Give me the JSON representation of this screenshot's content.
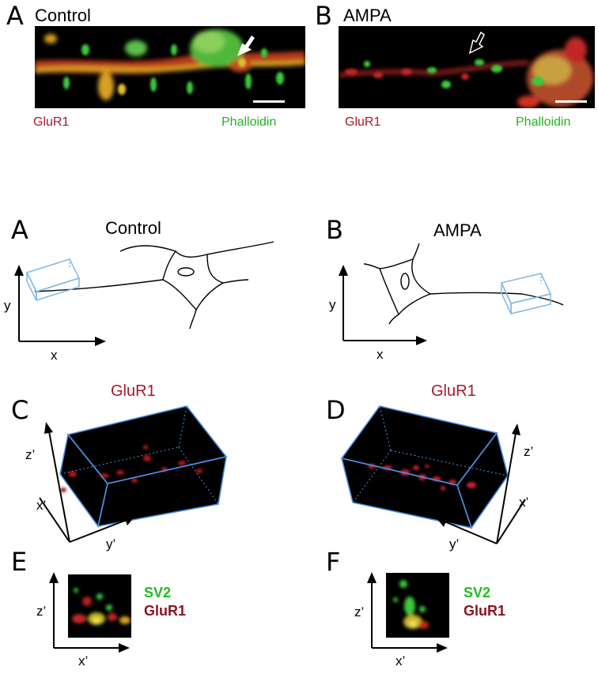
{
  "panel_top_A": {
    "letter": "A",
    "title": "Control",
    "label_left": "GluR1",
    "label_right": "Phalloidin"
  },
  "panel_top_B": {
    "letter": "B",
    "title": "AMPA",
    "label_left": "GluR1",
    "label_right": "Phalloidin"
  },
  "panel_A": {
    "letter": "A",
    "title": "Control",
    "axis_x": "x",
    "axis_y": "y"
  },
  "panel_B": {
    "letter": "B",
    "title": "AMPA",
    "axis_x": "x",
    "axis_y": "y"
  },
  "panel_C": {
    "letter": "C",
    "title": "GluR1",
    "axis_z": "z’",
    "axis_x": "x’",
    "axis_y": "y’"
  },
  "panel_D": {
    "letter": "D",
    "title": "GluR1",
    "axis_z": "z’",
    "axis_x": "x’",
    "axis_y": "y’"
  },
  "panel_E": {
    "letter": "E",
    "label1": "SV2",
    "label2": "GluR1",
    "axis_z": "z’",
    "axis_x": "x’"
  },
  "panel_F": {
    "letter": "F",
    "label1": "SV2",
    "label2": "GluR1",
    "axis_z": "z’",
    "axis_x": "x’"
  },
  "colors": {
    "glur1_red": "#a8182c",
    "phalloidin_green": "#22b422",
    "box_blue": "#4a8fe0",
    "neuron_box": "#7fb8e6"
  }
}
